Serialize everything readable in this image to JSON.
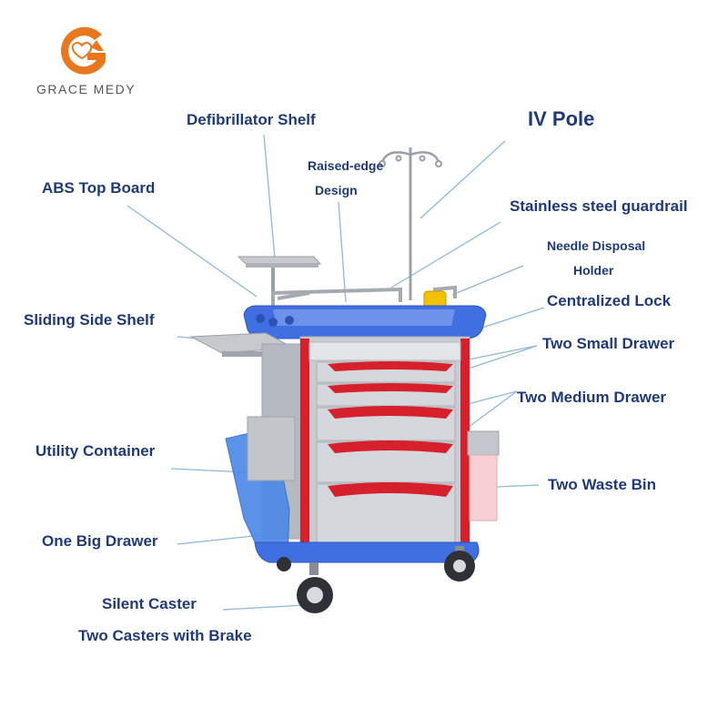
{
  "brand": {
    "name": "GRACE MEDY",
    "logo_icon": "heart-shield-logo-icon",
    "accent": "#e8771e"
  },
  "labels": {
    "defibrillator_shelf": "Defibrillator Shelf",
    "iv_pole": "IV Pole",
    "raised_edge_line1": "Raised-edge",
    "raised_edge_line2": "Design",
    "abs_top_board": "ABS Top Board",
    "stainless_guardrail": "Stainless steel guardrail",
    "needle_line1": "Needle Disposal",
    "needle_line2": "Holder",
    "centralized_lock": "Centralized Lock",
    "sliding_side_shelf": "Sliding Side Shelf",
    "two_small_drawer": "Two Small Drawer",
    "two_medium_drawer": "Two Medium Drawer",
    "utility_container": "Utility Container",
    "two_waste_bin": "Two Waste Bin",
    "one_big_drawer": "One Big Drawer",
    "silent_caster": "Silent Caster",
    "casters_with_brake": "Two Casters with Brake"
  },
  "colors": {
    "label_text": "#1f3a78",
    "leader_line": "#8fb8d8",
    "body_grey": "#c9ccd1",
    "tray_blue": "#3f6fe0",
    "handle_red": "#d6202b",
    "waste_bin_pink": "#f6cfd3",
    "container_blue": "#4d8ae8",
    "needle_yellow": "#f2c200"
  }
}
